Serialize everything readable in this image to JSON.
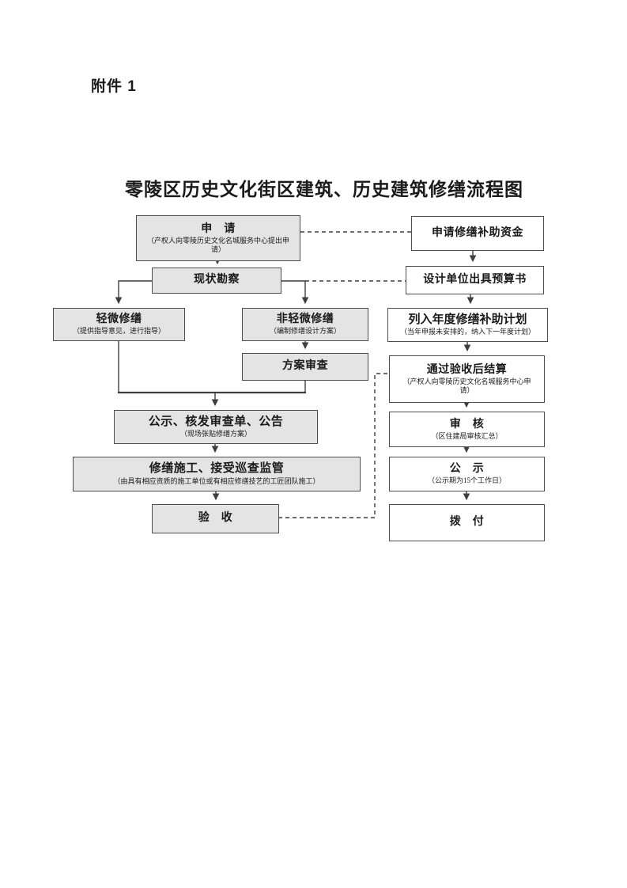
{
  "page": {
    "attachment_label": "附件 1",
    "title": "零陵区历史文化街区建筑、历史建筑修缮流程图"
  },
  "colors": {
    "box_gray_fill": "#e4e4e4",
    "box_white_fill": "#ffffff",
    "box_border": "#4d4d4d",
    "connector_line": "#3f3f3f",
    "text": "#1a1a1a"
  },
  "flowchart": {
    "nodes": {
      "apply": {
        "title": "申　请",
        "subtitle": "（产权人向零陵历史文化名城服务中心提出申请）",
        "fill": "gray"
      },
      "survey": {
        "title": "现状勘察",
        "fill": "gray"
      },
      "minor": {
        "title": "轻微修缮",
        "subtitle": "（提供指导意见，进行指导）",
        "fill": "gray"
      },
      "nonminor": {
        "title": "非轻微修缮",
        "subtitle": "（编制修缮设计方案）",
        "fill": "gray"
      },
      "review": {
        "title": "方案审查",
        "fill": "gray"
      },
      "pub_issue": {
        "title": "公示、核发审查单、公告",
        "subtitle": "（现场张贴修缮方案）",
        "fill": "gray"
      },
      "construction": {
        "title": "修缮施工、接受巡查监管",
        "subtitle": "（由具有相应资质的施工单位或有相应修缮技艺的工匠团队施工）",
        "fill": "gray"
      },
      "acceptance": {
        "title": "验　收",
        "fill": "gray"
      },
      "apply_subsidy": {
        "title": "申请修缮补助资金",
        "fill": "white"
      },
      "budget": {
        "title": "设计单位出具预算书",
        "fill": "white"
      },
      "plan": {
        "title": "列入年度修缮补助计划",
        "subtitle": "（当年申报未安排的，纳入下一年度计划）",
        "fill": "white"
      },
      "settle": {
        "title": "通过验收后结算",
        "subtitle": "（产权人向零陵历史文化名城服务中心申请）",
        "fill": "white"
      },
      "audit": {
        "title": "审　核",
        "subtitle": "（区住建局审核汇总）",
        "fill": "white"
      },
      "publicity": {
        "title": "公　示",
        "subtitle": "（公示期为15个工作日）",
        "fill": "white"
      },
      "payment": {
        "title": "拨　付",
        "fill": "white"
      }
    },
    "edges": {
      "solid": [
        "apply → survey",
        "survey → minor",
        "survey → nonminor",
        "nonminor → review",
        "minor + review → pub_issue",
        "pub_issue → construction",
        "construction → acceptance",
        "apply_subsidy → budget",
        "budget → plan",
        "plan → settle",
        "settle → audit",
        "audit → publicity",
        "publicity → payment"
      ],
      "dashed": [
        "apply -- apply_subsidy",
        "survey -- budget",
        "acceptance -- settle"
      ]
    }
  }
}
